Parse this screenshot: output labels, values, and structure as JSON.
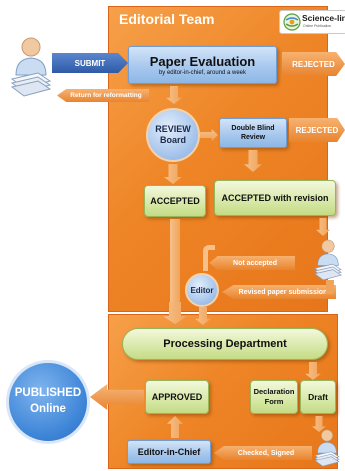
{
  "header": {
    "title": "Editorial Team",
    "logo_name": "Science-line",
    "logo_sub": "Online Publication"
  },
  "steps": {
    "submit": "SUBMIT",
    "paper_evaluation": "Paper Evaluation",
    "paper_evaluation_sub": "by editor-in-chief, around a week",
    "rejected_1": "REJECTED",
    "return_reformat": "Return for reformatting",
    "review_board_1": "REVIEW",
    "review_board_2": "Board",
    "double_blind_1": "Double Blind",
    "double_blind_2": "Review",
    "rejected_2": "REJECTED",
    "accepted": "ACCEPTED",
    "accepted_revision": "ACCEPTED with revision",
    "not_accepted": "Not accepted",
    "editor": "Editor",
    "revised_submission": "Revised paper submission",
    "processing": "Processing Department",
    "approved": "APPROVED",
    "declaration_1": "Declaration",
    "declaration_2": "Form",
    "draft": "Draft",
    "published_1": "PUBLISHED",
    "published_2": "Online",
    "editor_in_chief": "Editor-in-Chief",
    "checked_signed": "Checked, Signed"
  },
  "colors": {
    "panel": "#ee8526",
    "blue_box": "#a8c8ee",
    "green_box": "#d7e8a6",
    "submit_arrow": "#3a66b0",
    "published_circle": "#3f86d8"
  }
}
